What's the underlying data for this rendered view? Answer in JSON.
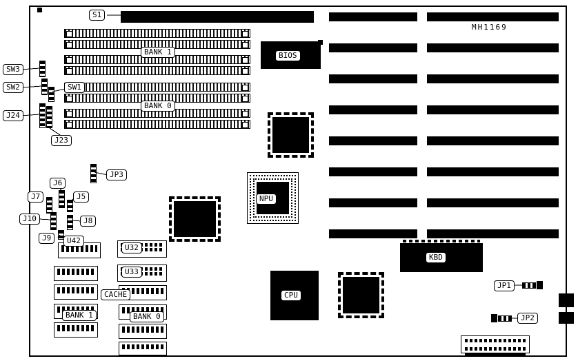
{
  "board": {
    "model": "MH1169"
  },
  "connectors": {
    "s1": "S1",
    "sw3": "SW3",
    "sw2": "SW2",
    "sw1": "SW1",
    "j24": "J24",
    "j23": "J23",
    "jp3": "JP3",
    "j6": "J6",
    "j7": "J7",
    "j5": "J5",
    "j10": "J10",
    "j8": "J8",
    "j9": "J9",
    "jp1": "JP1",
    "jp2": "JP2"
  },
  "chips": {
    "bios": "BIOS",
    "npu": "NPU",
    "cpu": "CPU",
    "kbd": "KBD",
    "u42": "U42",
    "u32": "U32",
    "u33": "U33"
  },
  "memory": {
    "simm_bank1": "BANK 1",
    "simm_bank0": "BANK 0",
    "cache_label": "CACHE",
    "cache_bank1": "BANK 1",
    "cache_bank0": "BANK 0"
  }
}
